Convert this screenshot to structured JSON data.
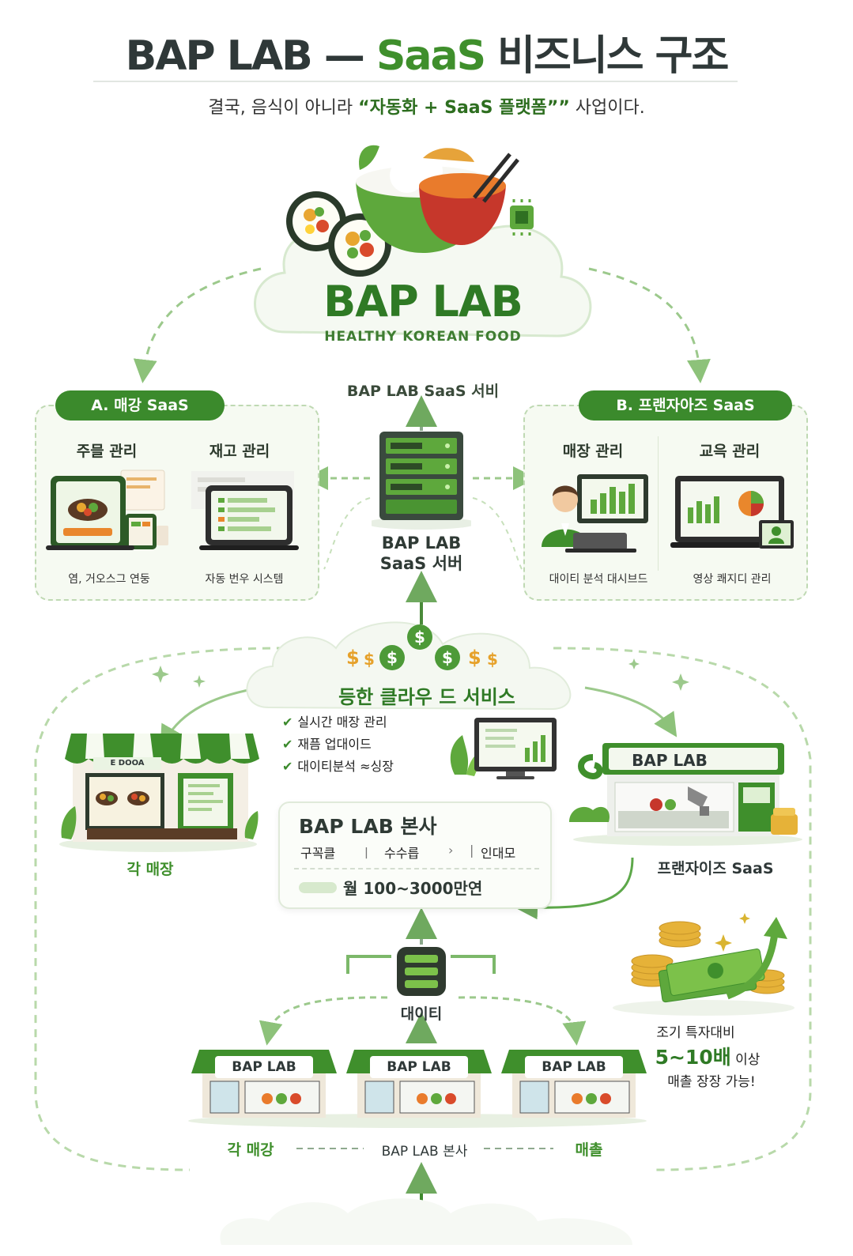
{
  "header": {
    "title_prefix": "BAP LAB — ",
    "title_accent": "SaaS",
    "title_suffix": " 비즈니스 구조",
    "subtitle_prefix": "결국, 음식이 아니라 ",
    "subtitle_emph": "“자동화 + SaaS 플랫폼””",
    "subtitle_suffix": " 사업이다."
  },
  "logo": {
    "name": "BAP LAB",
    "tagline": "HEALTHY KOREAN FOOD"
  },
  "server_top_label": "BAP LAB SaaS 서비",
  "server_center_label": [
    "BAP LAB",
    "SaaS 서버"
  ],
  "panel_a": {
    "badge": "A. 매강 SaaS",
    "columns": [
      {
        "title": "주믈 관리",
        "caption": "염, 거오스그 연둥"
      },
      {
        "title": "재고 관리",
        "caption": "자동 번우 시스템"
      }
    ]
  },
  "panel_b": {
    "badge": "B. 프랜자아즈 SaaS",
    "columns": [
      {
        "title": "매장 관리",
        "caption": "대이티 분석 대시브드"
      },
      {
        "title": "교윽 관리",
        "caption": "영상 쾌지디 관리"
      }
    ]
  },
  "cloud_service": {
    "title": "등한 클라우 드 서비스",
    "checks": [
      "실시간 매장 관리",
      "재픔 업대이드",
      "대이티분석 ≈싱장"
    ],
    "dollar_signs": [
      "$",
      "$",
      "$",
      "$",
      "$",
      "$",
      "$"
    ]
  },
  "left_store_label": "각 매장",
  "left_store_sign": "E DOOA",
  "right_store_sign": "BAP LAB",
  "right_store_label": "프랜자이즈 SaaS",
  "hq": {
    "title": "BAP LAB 본사",
    "items": [
      "구꼭클",
      "수수릅",
      "인대모"
    ],
    "separators": [
      "ㅣ",
      "›",
      "|"
    ],
    "revenue": "월 100~3000만연"
  },
  "data_label": "대이티",
  "growth": {
    "line1": "조기 특자대비",
    "highlight": "5~10배",
    "line2_suffix": " 이상",
    "line3": "매촐 장장 가능!"
  },
  "bottom_stores": [
    "BAP LAB",
    "BAP LAB",
    "BAP LAB"
  ],
  "bottom_labels": {
    "left": "각 매강",
    "center": "BAP LAB 본사",
    "right": "매촐"
  },
  "colors": {
    "primary": "#3b8a2c",
    "accent": "#6cbf3a",
    "light": "#f6faf2",
    "dash": "#9cc98c"
  },
  "icons": [
    "food-bowl-icon",
    "chip-icon",
    "server-icon",
    "tablet-icon",
    "laptop-icon",
    "dashboard-icon",
    "cloud-icon",
    "dollar-icon",
    "store-icon",
    "coins-icon",
    "growth-arrow-icon",
    "check-icon"
  ]
}
